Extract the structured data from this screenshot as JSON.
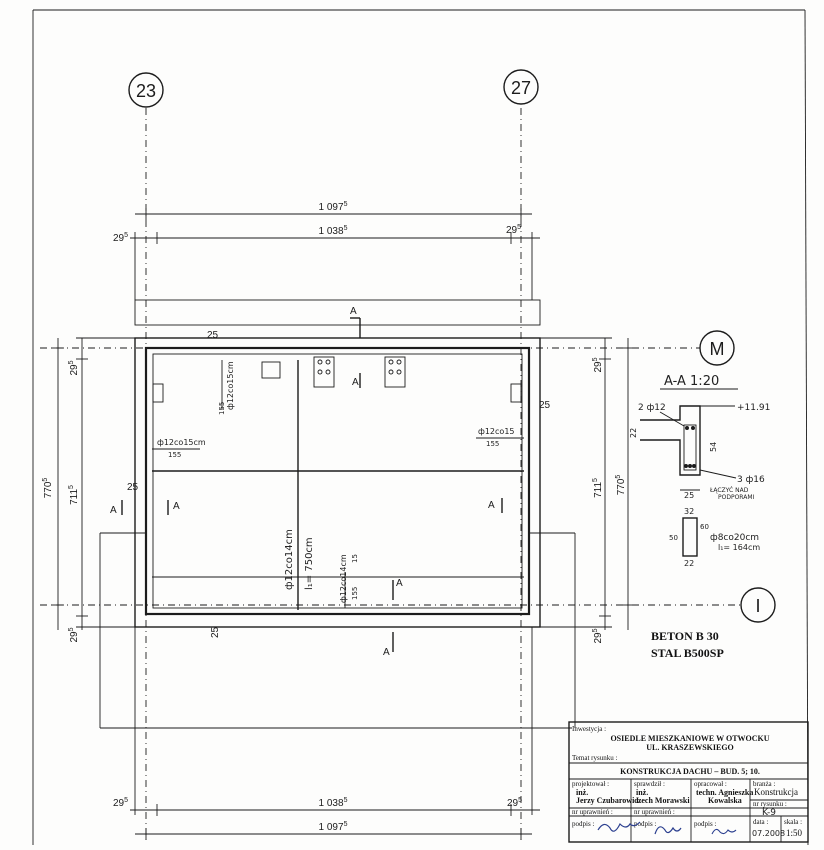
{
  "axes": {
    "left": "23",
    "right": "27",
    "top_row": "M",
    "bottom_row": "I"
  },
  "dimensions": {
    "overall_top": "1 097",
    "overall_top_sup": "5",
    "inner_top": "1 038",
    "inner_top_sup": "5",
    "edge_left": "29",
    "edge_left_sup": "5",
    "edge_right": "29",
    "edge_right_sup": "5",
    "left_outer": "770",
    "left_outer_sup": "5",
    "left_inner": "711",
    "left_inner_sup": "5",
    "left_edge_top": "29",
    "left_edge_top_sup": "5",
    "left_edge_bottom": "29",
    "left_edge_bottom_sup": "5",
    "right_outer": "770",
    "right_outer_sup": "5",
    "right_inner": "711",
    "right_inner_sup": "5",
    "right_edge_top": "29",
    "right_edge_top_sup": "5",
    "right_edge_bottom": "29",
    "right_edge_bottom_sup": "5",
    "overall_bottom": "1 097",
    "overall_bottom_sup": "5",
    "inner_bottom": "1 038",
    "inner_bottom_sup": "5",
    "bottom_edge_left": "29",
    "bottom_edge_left_sup": "5",
    "bottom_edge_right": "29",
    "bottom_edge_right_sup": "5",
    "offset_25": "25"
  },
  "section_marks": {
    "label": "A"
  },
  "rebar_notes": {
    "left_bar": "ф12co15cm",
    "left_bar_len": "155",
    "top_bar": "ф12co15cm",
    "top_bar_len": "155",
    "right_bar": "ф12co15",
    "right_bar_len": "155",
    "mid_bar": "ф12co14cm",
    "mid_bar_len": "l₁= 750cm",
    "bottom_bar": "ф12co14cm",
    "bottom_bar_len": "155",
    "bottom_15": "15"
  },
  "section_detail": {
    "title": "A-A  1:20",
    "top_bars": "2 ф12",
    "level": "+11.91",
    "dim_22": "22",
    "dim_54": "54",
    "bottom_bars": "3 ф16",
    "note_line1": "ŁĄCZYĆ NAD",
    "note_line2": "PODPORAMI",
    "dim_25": "25",
    "stirrup_32": "32",
    "stirrup_50": "50",
    "stirrup_60": "60",
    "stirrup_22": "22",
    "stirrup_spec": "ф8co20cm",
    "stirrup_len": "l₁= 164cm"
  },
  "materials": {
    "concrete": "BETON  B 30",
    "steel": "STAL B500SP"
  },
  "title_block": {
    "investor_label": "Inwestycja :",
    "project_line1": "OSIEDLE MIESZKANIOWE W OTWOCKU",
    "project_line2": "UL. KRASZEWSKIEGO",
    "subject_label": "Temat rysunku :",
    "subject": "KONSTRUKCJA DACHU – BUD. 5; 10.",
    "designer_label": "projektował :",
    "designer": "inż.\nJerzy Czubarowicz",
    "checker_label": "sprawdził :",
    "checker": "inż.\nLech Morawski",
    "drafter_label": "opracował :",
    "drafter": "techn. Agnieszka\nKowalska",
    "branch_label": "branża :",
    "branch": "Konstrukcja",
    "perm1_label": "nr uprawnień :",
    "perm2_label": "nr uprawnień :",
    "drawing_no_label": "nr rysunku :",
    "drawing_no": "K-9",
    "signature_label": "podpis :",
    "signature2_label": "podpis :",
    "signature3_label": "podpis :",
    "date_label": "data :",
    "date": "07.2008",
    "scale_label": "skala :",
    "scale": "1:50"
  }
}
